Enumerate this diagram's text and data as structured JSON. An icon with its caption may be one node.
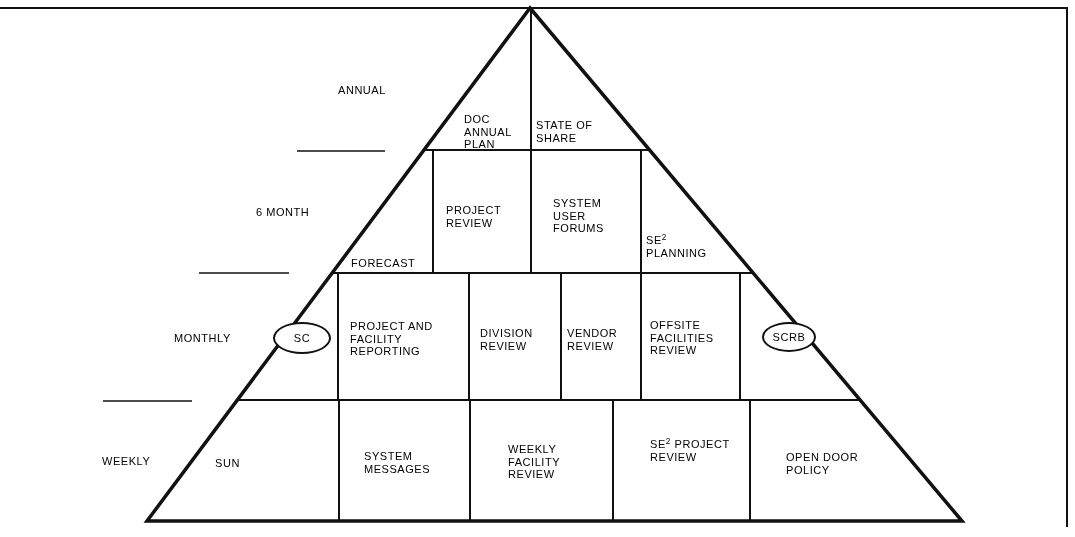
{
  "diagram": {
    "nodes": [
      {
        "text": [
          "DOC ANNUAL PLAN"
        ]
      },
      {
        "text": [
          "STATE OF SHARE"
        ]
      },
      {
        "text": [
          "FORECAST"
        ]
      },
      {
        "text": [
          "PROJECT REVIEW"
        ]
      },
      {
        "text": [
          "SYSTEM USER FORUMS"
        ]
      },
      {
        "text": [
          "SE$^{2}$ PLANNING"
        ]
      },
      {
        "text": [
          "SC"
        ]
      },
      {
        "text": [
          "PROJECT AND FACILITY REPORTING"
        ]
      },
      {
        "text": [
          "DIVISION REVIEW"
        ]
      },
      {
        "text": [
          "VENDOR REVIEW"
        ]
      },
      {
        "text": [
          "OFFSITE FACILITIES REVIEW"
        ]
      },
      {
        "text": [
          "SCRB"
        ]
      },
      {
        "text": [
          "SUN"
        ]
      },
      {
        "text": [
          "SYSTEM MESSAGES"
        ]
      },
      {
        "text": [
          "WEEKLY FACILITY REVIEW"
        ]
      },
      {
        "text": [
          "SE$^{2}$ PROJECT REVIEW"
        ]
      },
      {
        "text": [
          "OPEN DOOR POLICY"
        ]
      }
    ],
    "edges": [],
    "labels": [
      "ANNUAL",
      "6 MONTH",
      "MONTHLY",
      "WEEKLY"
    ]
  }
}
